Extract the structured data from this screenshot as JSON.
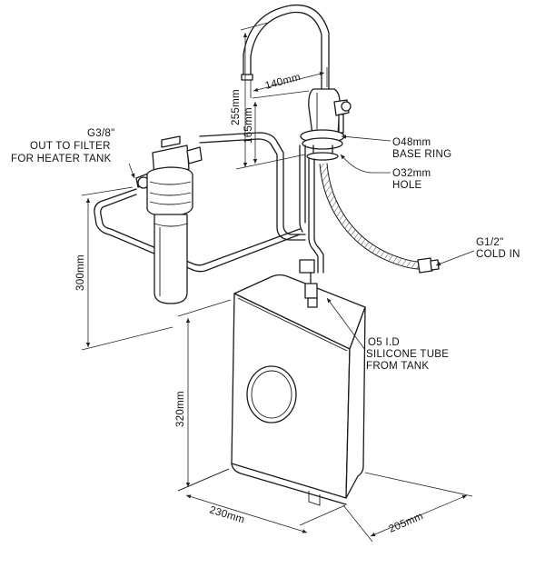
{
  "labels": {
    "g38_line1": "G3/8\"",
    "g38_line2": "OUT TO FILTER",
    "g38_line3": "FOR HEATER TANK",
    "o48_line1": "O48mm",
    "o48_line2": "BASE RING",
    "o32_line1": "O32mm",
    "o32_line2": "HOLE",
    "g12_line1": "G1/2\"",
    "g12_line2": "COLD IN",
    "o5_line1": "O5 I.D",
    "o5_line2": "SILICONE TUBE",
    "o5_line3": "FROM TANK"
  },
  "dimensions": {
    "spout_height": "255mm",
    "tap_body_height": "165mm",
    "spout_reach": "140mm",
    "filter_height": "300mm",
    "tank_height": "320mm",
    "tank_width": "230mm",
    "tank_depth": "205mm"
  }
}
